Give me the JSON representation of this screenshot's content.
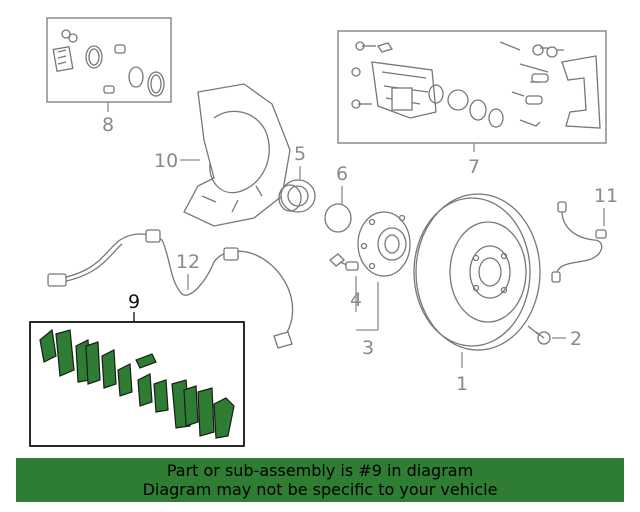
{
  "callouts": {
    "c1": "1",
    "c2": "2",
    "c3": "3",
    "c4": "4",
    "c5": "5",
    "c6": "6",
    "c7": "7",
    "c8": "8",
    "c9": "9",
    "c10": "10",
    "c11": "11",
    "c12": "12"
  },
  "highlight_color": "#2e7d32",
  "banner": {
    "line1": "Part or sub-assembly is #9 in diagram",
    "line2": "Diagram may not be specific to your vehicle"
  }
}
